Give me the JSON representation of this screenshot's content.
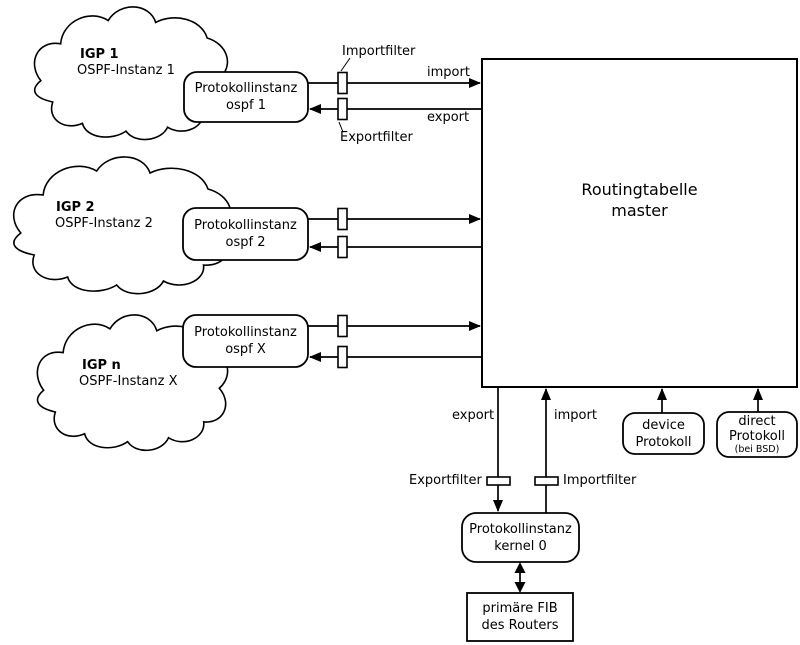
{
  "clouds": [
    {
      "name": "IGP 1",
      "instance": "OSPF-Instanz 1"
    },
    {
      "name": "IGP 2",
      "instance": "OSPF-Instanz 2"
    },
    {
      "name": "IGP n",
      "instance": "OSPF-Instanz X"
    }
  ],
  "protocol_instances": [
    {
      "title": "Protokollinstanz",
      "subtitle": "ospf 1"
    },
    {
      "title": "Protokollinstanz",
      "subtitle": "ospf 2"
    },
    {
      "title": "Protokollinstanz",
      "subtitle": "ospf X"
    }
  ],
  "routing_table": {
    "title": "Routingtabelle",
    "subtitle": "master"
  },
  "top_filter_labels": {
    "import_filter": "Importfilter",
    "export_filter": "Exportfilter"
  },
  "top_flow_labels": {
    "import": "import",
    "export": "export"
  },
  "bottom_flow_labels": {
    "export": "export",
    "import": "import"
  },
  "bottom_filter_labels": {
    "export_filter": "Exportfilter",
    "import_filter": "Importfilter"
  },
  "device_protocol": {
    "line1": "device",
    "line2": "Protokoll"
  },
  "direct_protocol": {
    "line1": "direct",
    "line2": "Protokoll",
    "note": "(bei BSD)"
  },
  "kernel_instance": {
    "title": "Protokollinstanz",
    "subtitle": "kernel 0"
  },
  "fib": {
    "line1": "primäre FIB",
    "line2": "des Routers"
  },
  "colors": {
    "stroke": "#000000",
    "background": "#ffffff"
  }
}
